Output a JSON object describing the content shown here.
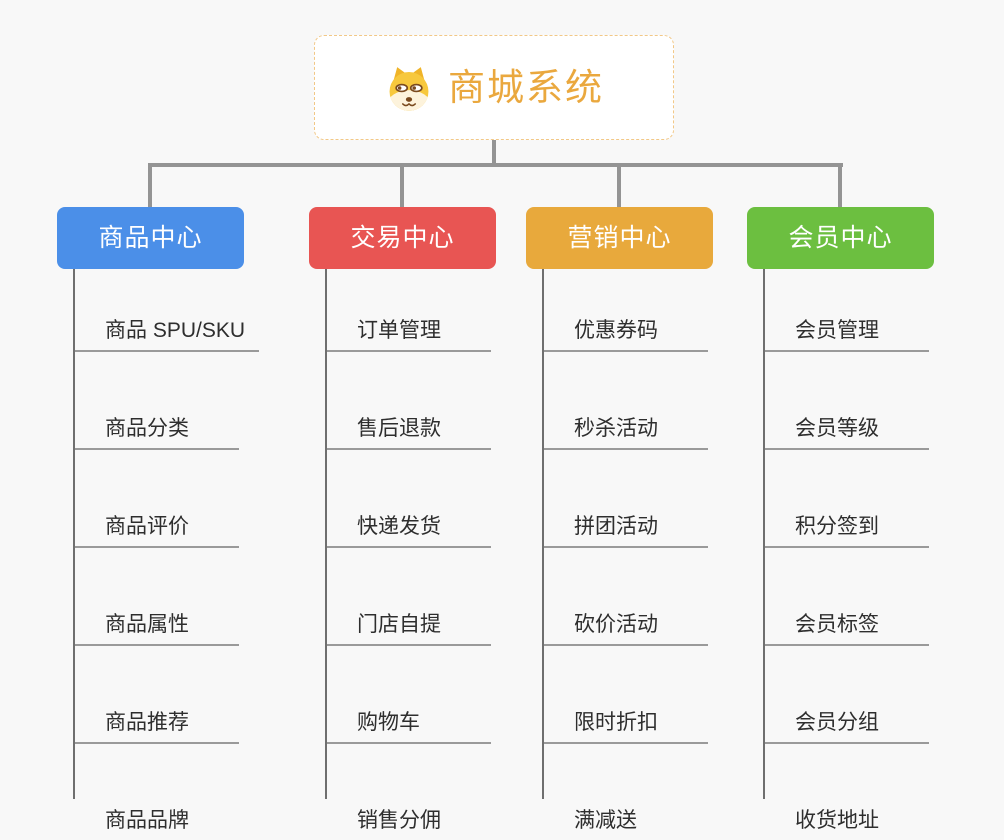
{
  "root": {
    "title": "商城系统",
    "icon": "doge-icon"
  },
  "branches": [
    {
      "id": "product-center",
      "label": "商品中心",
      "color": "#4b8fe8",
      "children": [
        "商品 SPU/SKU",
        "商品分类",
        "商品评价",
        "商品属性",
        "商品推荐",
        "商品品牌"
      ]
    },
    {
      "id": "trade-center",
      "label": "交易中心",
      "color": "#e85553",
      "children": [
        "订单管理",
        "售后退款",
        "快递发货",
        "门店自提",
        "购物车",
        "销售分佣"
      ]
    },
    {
      "id": "marketing-center",
      "label": "营销中心",
      "color": "#e8a93c",
      "children": [
        "优惠券码",
        "秒杀活动",
        "拼团活动",
        "砍价活动",
        "限时折扣",
        "满减送"
      ]
    },
    {
      "id": "member-center",
      "label": "会员中心",
      "color": "#6cbf40",
      "children": [
        "会员管理",
        "会员等级",
        "积分签到",
        "会员标签",
        "会员分组",
        "收货地址"
      ]
    }
  ],
  "colors": {
    "background": "#f8f8f8",
    "connector": "#949494",
    "spine": "#6f6f6f",
    "underline": "#9a9a9a",
    "text": "#2e2e2e",
    "root_accent": "#eaa83e",
    "root_border": "#f2c887"
  }
}
